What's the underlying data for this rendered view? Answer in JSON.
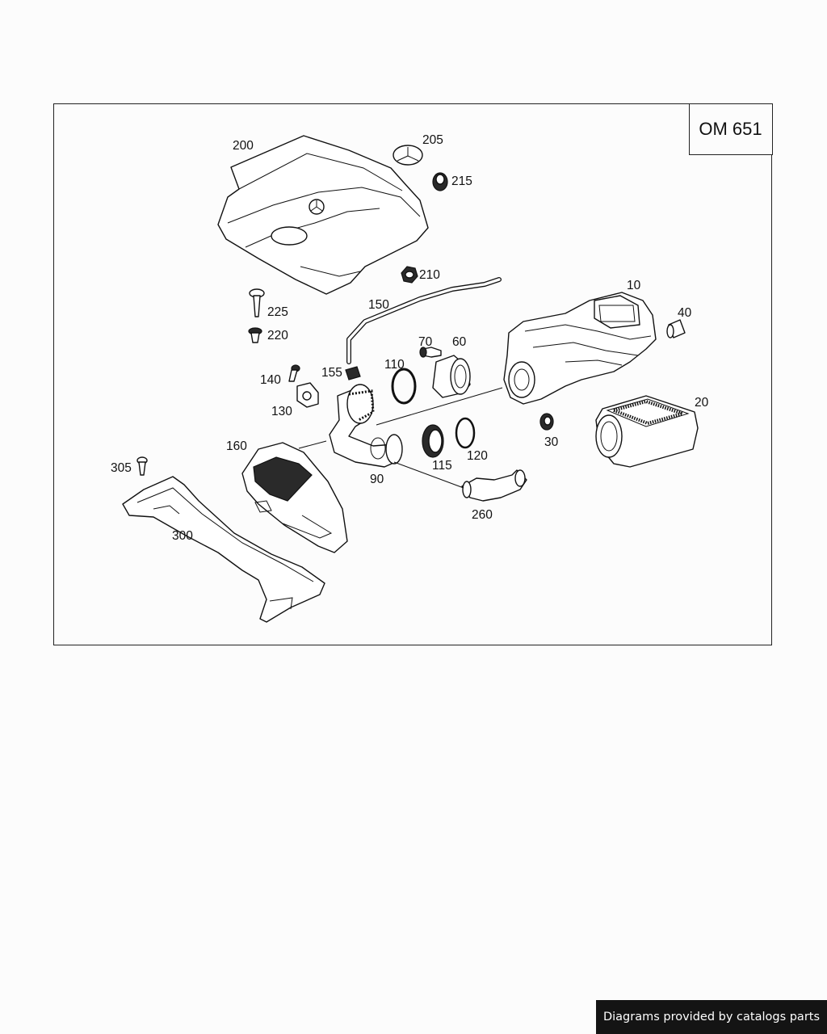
{
  "engine_code": "OM 651",
  "footer_text": "Diagrams provided by catalogs parts",
  "callouts": {
    "c200": "200",
    "c205": "205",
    "c215": "215",
    "c210": "210",
    "c225": "225",
    "c220": "220",
    "c150": "150",
    "c10": "10",
    "c40": "40",
    "c70": "70",
    "c60": "60",
    "c110": "110",
    "c155": "155",
    "c140": "140",
    "c130": "130",
    "c20": "20",
    "c30": "30",
    "c160": "160",
    "c115": "115",
    "c120": "120",
    "c305": "305",
    "c90": "90",
    "c260": "260",
    "c300": "300"
  },
  "icons": {
    "star": "mercedes-star-emblem"
  }
}
